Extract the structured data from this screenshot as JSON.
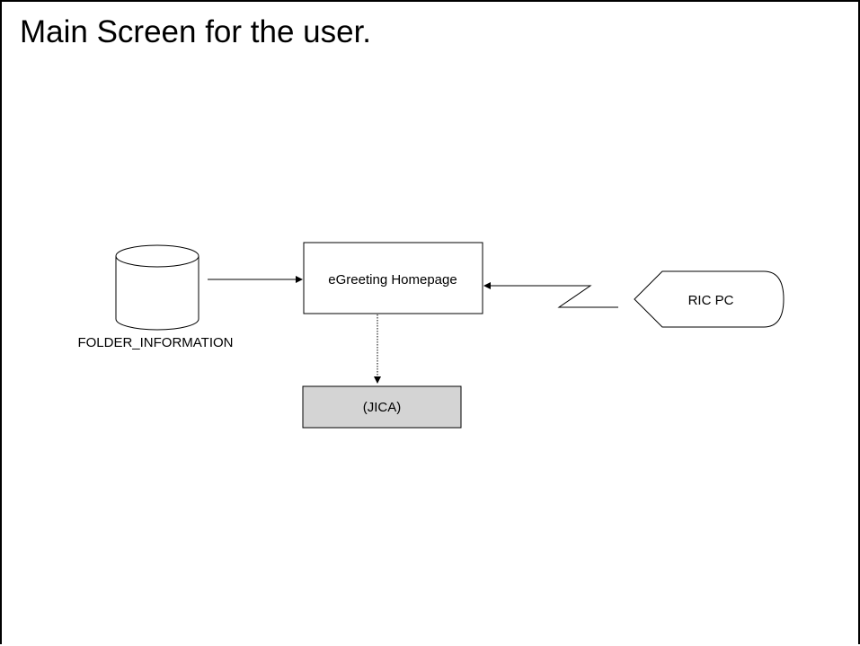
{
  "title": "Main Screen for the user.",
  "diagram": {
    "database_label": "FOLDER_INFORMATION",
    "homepage_label": "eGreeting Homepage",
    "jica_label": "(JICA)",
    "ric_pc_label": "RIC PC"
  },
  "colors": {
    "line": "#000000",
    "box_fill": "#ffffff",
    "jica_fill": "#d4d4d4"
  }
}
